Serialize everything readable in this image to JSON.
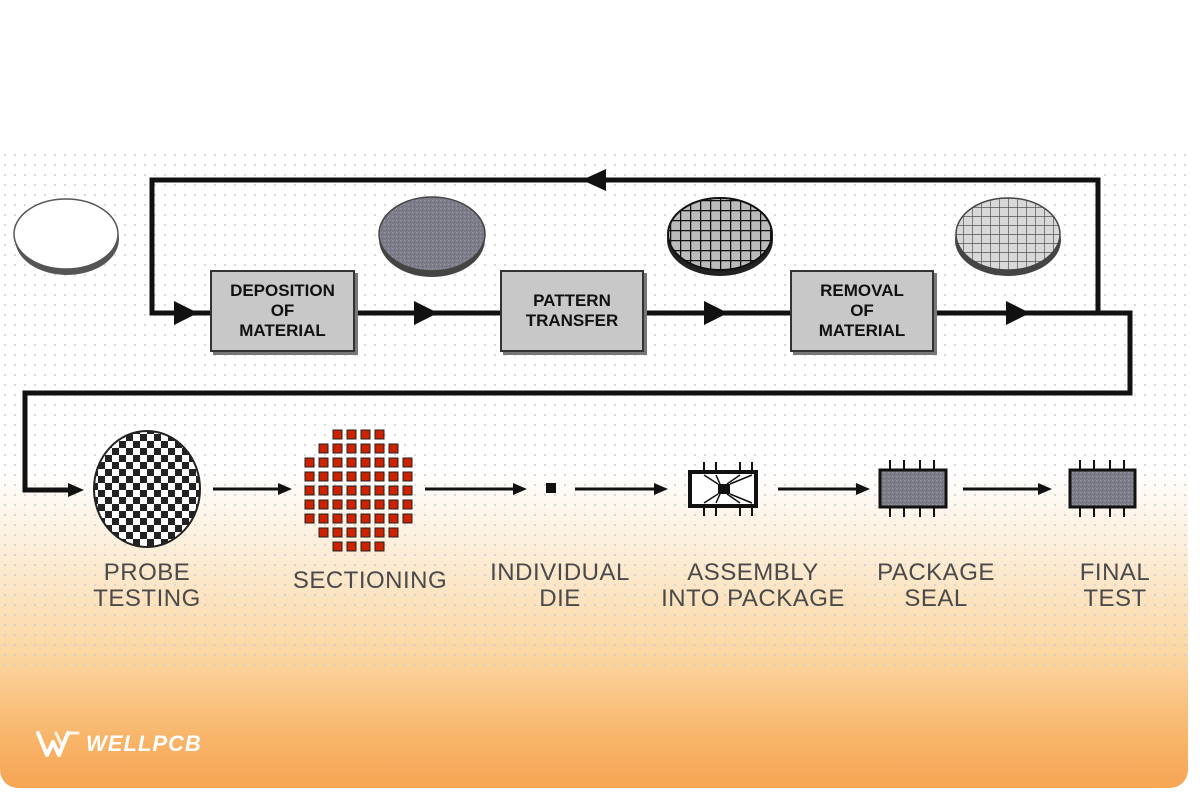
{
  "process_steps": {
    "deposition": "DEPOSITION\nOF\nMATERIAL",
    "pattern": "PATTERN\nTRANSFER",
    "removal": "REMOVAL\nOF\nMATERIAL"
  },
  "stages": {
    "probe": "PROBE\nTESTING",
    "sectioning": "SECTIONING",
    "die": "INDIVIDUAL\nDIE",
    "assembly": "ASSEMBLY\nINTO PACKAGE",
    "seal": "PACKAGE\nSEAL",
    "final": "FINAL\nTEST"
  },
  "brand": {
    "name": "WELLPCB"
  },
  "colors": {
    "line": "#111111",
    "box_fill": "#c8c8c8",
    "wafer_gray": "#8c8c8c",
    "die_red": "#cc2200",
    "label_text": "#4a4a4a",
    "gradient_bottom": "#f6a554"
  },
  "icons": [
    "blank-wafer-icon",
    "coated-wafer-icon",
    "patterned-wafer-icon",
    "etched-wafer-icon",
    "checkered-wafer-icon",
    "sectioned-wafer-icon",
    "die-icon",
    "assembly-package-icon",
    "sealed-package-icon",
    "final-test-package-icon",
    "wellpcb-logo-icon"
  ]
}
